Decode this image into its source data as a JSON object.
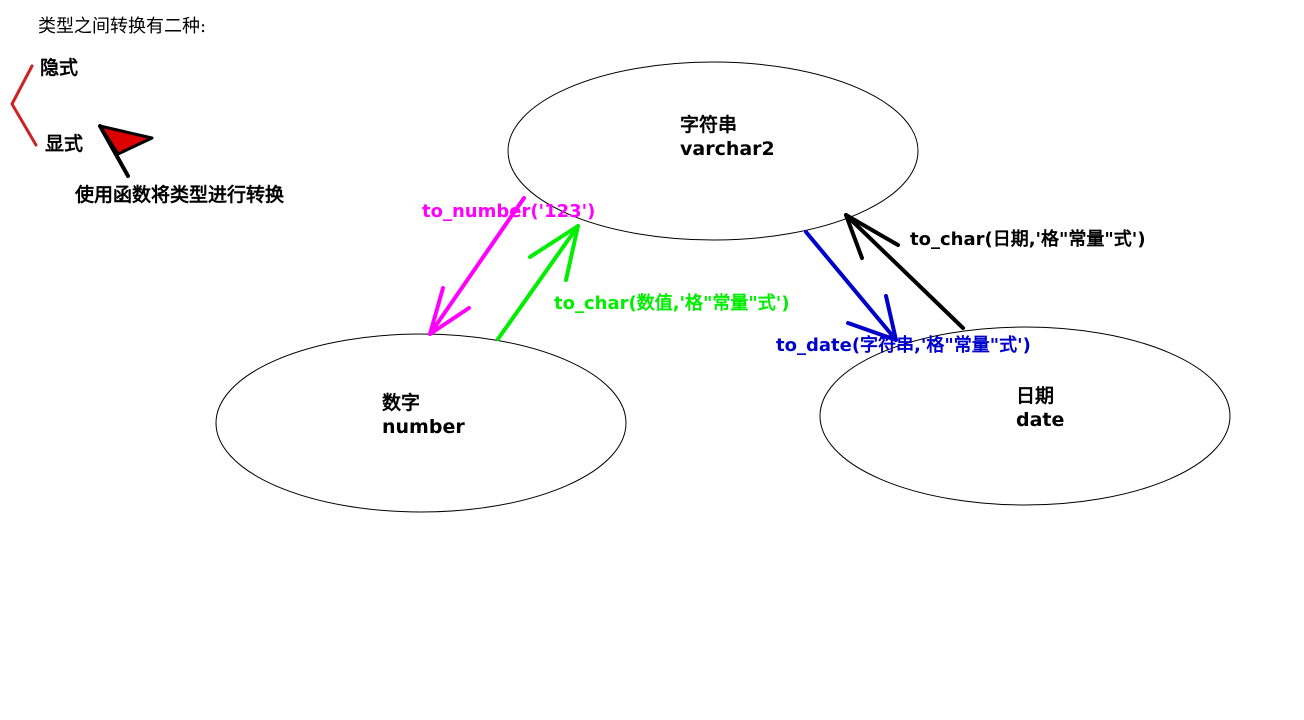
{
  "intro": {
    "text": "类型之间转换有二种:"
  },
  "conversion_kinds": {
    "implicit": "隐式",
    "explicit": "显式",
    "explicit_note": "使用函数将类型进行转换"
  },
  "nodes": {
    "string": {
      "name": "字符串",
      "type": "varchar2"
    },
    "number": {
      "name": "数字",
      "type": "number"
    },
    "date": {
      "name": "日期",
      "type": "date"
    }
  },
  "functions": {
    "to_number": {
      "label": "to_number('123')",
      "color": "#ff00ff"
    },
    "to_char_number": {
      "label": "to_char(数值,'格\"常量\"式')",
      "color": "#00ee00"
    },
    "to_char_date": {
      "label": "to_char(日期,'格\"常量\"式')",
      "color": "#000000"
    },
    "to_date": {
      "label": "to_date(字符串,'格\"常量\"式')",
      "color": "#0000cc"
    }
  },
  "colors": {
    "brace": "#cc2222",
    "flag": "#dd0000",
    "ellipse_stroke": "#000000"
  },
  "icons": [
    "bracket-icon",
    "flag-icon"
  ]
}
